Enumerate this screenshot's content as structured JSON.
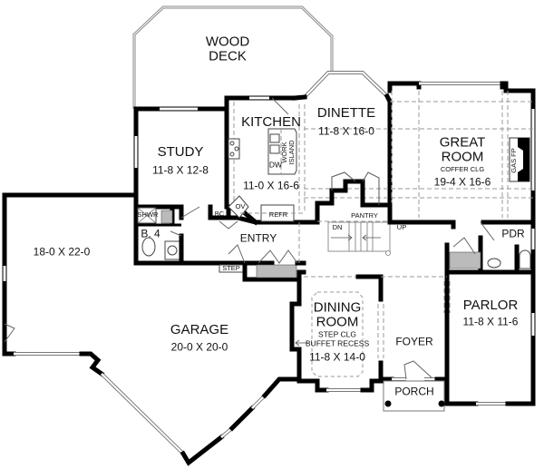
{
  "plan": {
    "rooms": {
      "wood_deck": {
        "name_line1": "WOOD",
        "name_line2": "DECK"
      },
      "kitchen": {
        "name": "KITCHEN",
        "size": "11-0 X 16-6",
        "island_line1": "WORK",
        "island_line2": "ISLAND",
        "dw": "DW"
      },
      "dinette": {
        "name": "DINETTE",
        "size": "11-8 X 16-0"
      },
      "great_room": {
        "name_line1": "GREAT",
        "name_line2": "ROOM",
        "note": "COFFER CLG",
        "size": "19-4 X 16-6",
        "fireplace": "GAS FP"
      },
      "study": {
        "name": "STUDY",
        "size": "11-8 X 12-8"
      },
      "bath4": {
        "name": "B. 4",
        "shower": "SHWR"
      },
      "utility": {
        "bc": "BC",
        "ov": "OV",
        "refr": "REFR",
        "pantry": "PANTRY"
      },
      "entry": {
        "name": "ENTRY",
        "step": "STEP"
      },
      "stairs": {
        "down": "DN",
        "up": "UP"
      },
      "pdr": {
        "name": "PDR"
      },
      "garage_left": {
        "size": "18-0 X 22-0"
      },
      "garage": {
        "name": "GARAGE",
        "size": "20-0 X 20-0"
      },
      "dining": {
        "name_line1": "DINING",
        "name_line2": "ROOM",
        "note1": "STEP CLG",
        "note2": "BUFFET RECESS",
        "size": "11-8 X 14-0"
      },
      "parlor": {
        "name": "PARLOR",
        "size": "11-8 X 11-6"
      },
      "foyer": {
        "name": "FOYER"
      },
      "porch": {
        "name": "PORCH"
      }
    }
  }
}
